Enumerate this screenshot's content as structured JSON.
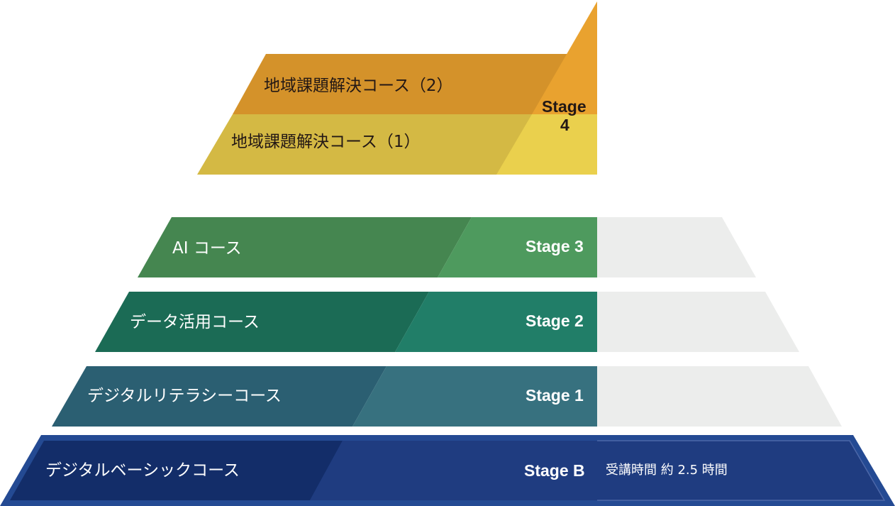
{
  "colors": {
    "stage4_top_dark": "#D4922A",
    "stage4_top_light": "#E9A22F",
    "stage4_bottom_dark": "#D4B944",
    "stage4_bottom_light": "#EAD04D",
    "stage3_dark": "#458650",
    "stage3_light": "#4E9A5E",
    "stage2_dark": "#1B6B55",
    "stage2_light": "#217E68",
    "stage1_dark": "#2B5F72",
    "stage1_light": "#37717F",
    "stageB_border": "#244A93",
    "stageB_dark": "#132D69",
    "stageB_light": "#1F3C80",
    "gray": "#ECEDEC"
  },
  "tiers": {
    "stage4": {
      "stage_label_1": "Stage",
      "stage_label_2": "4",
      "course_2": "地域課題解決コース（2）",
      "course_1": "地域課題解決コース（1）"
    },
    "stage3": {
      "stage_label": "Stage 3",
      "course": "AI コース"
    },
    "stage2": {
      "stage_label": "Stage 2",
      "course": "データ活用コース"
    },
    "stage1": {
      "stage_label": "Stage 1",
      "course": "デジタルリテラシーコース"
    },
    "stageB": {
      "stage_label": "Stage B",
      "course": "デジタルベーシックコース",
      "duration": "受講時間  約 2.5 時間"
    }
  }
}
